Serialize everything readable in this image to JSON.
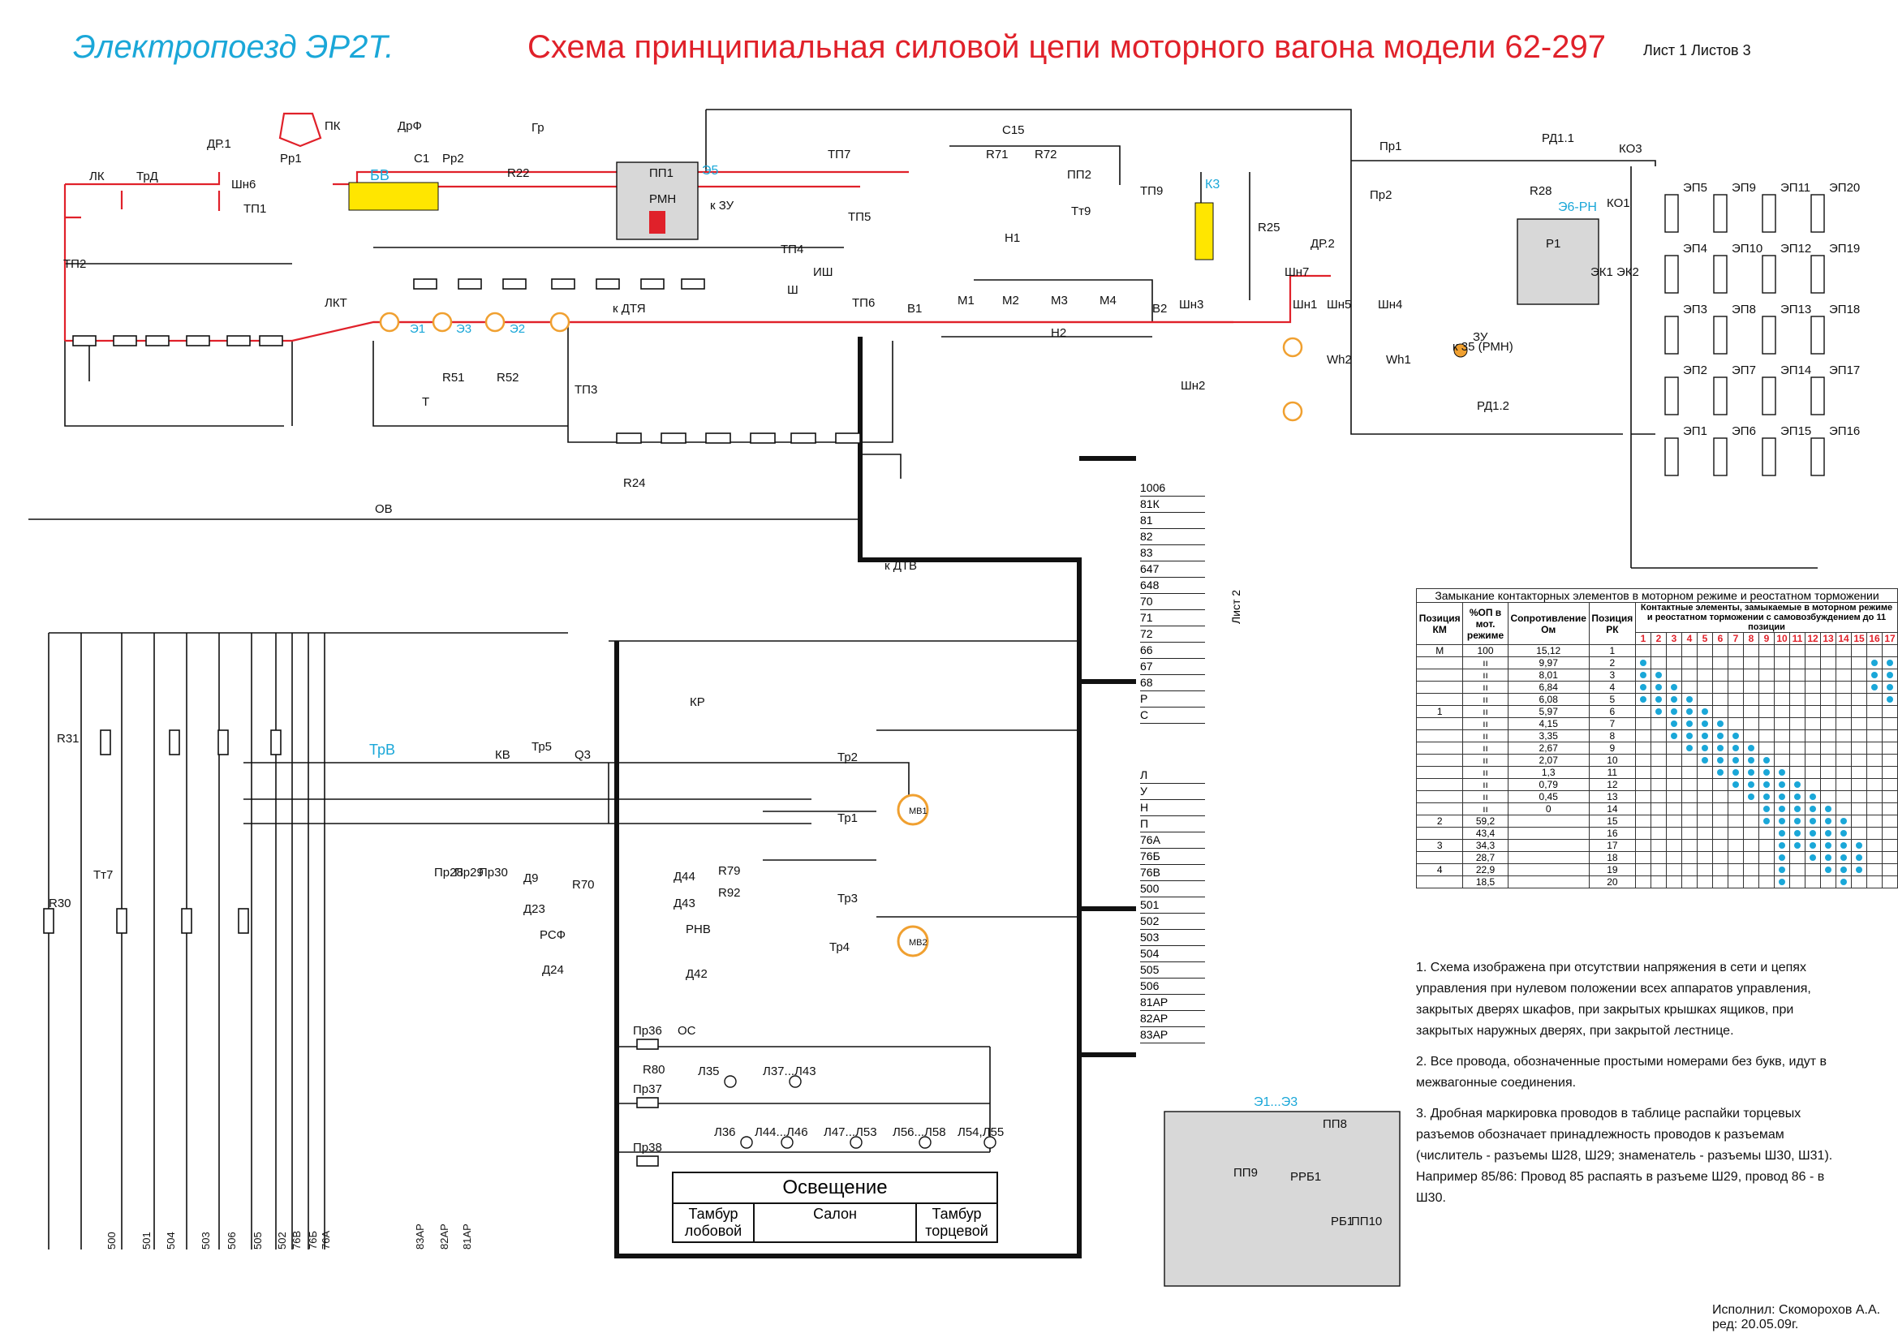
{
  "header": {
    "left": "Электропоезд ЭР2Т.",
    "title": "Схема принципиальная силовой цепи моторного вагона модели 62-297",
    "sheet": "Лист 1   Листов 3"
  },
  "colors": {
    "accent_blue": "#1aa7d8",
    "power_red": "#e0212a",
    "highlight_yellow": "#ffe600",
    "line_black": "#111111",
    "gray_panel": "#d8d8d8"
  },
  "labels": {
    "pk": "ПК",
    "drf": "ДрФ",
    "bv": "БВ",
    "gr": "Гр",
    "rr1": "Рр1",
    "rr2": "Рр2",
    "c1": "С1",
    "r22": "R22",
    "lk": "ЛК",
    "trd": "ТрД",
    "dr1": "ДР.1",
    "shn6": "Шн6",
    "pp1": "ПП1",
    "rmn": "РМН",
    "e5": "Э5",
    "kzu": "к ЗУ",
    "tp7": "ТП7",
    "c15": "С15",
    "r71": "R71",
    "r72": "R72",
    "pp2": "ПП2",
    "tt9": "Тт9",
    "tp9": "ТП9",
    "k3": "К3",
    "r25": "R25",
    "dr2": "ДР.2",
    "pr1": "Пр1",
    "pr2": "Пр2",
    "rd11": "РД1.1",
    "ko3": "КО3",
    "ko1": "КО1",
    "r28": "R28",
    "e6rn": "Э6-РН",
    "p1": "Р1",
    "ek1": "ЭК1",
    "ek2": "ЭК2",
    "zu": "ЗУ",
    "k35": "к 35 (РМН)",
    "rd12": "РД1.2",
    "tp1": "ТП1",
    "tp2": "ТП2",
    "tp3": "ТП3",
    "tp4": "ТП4",
    "tp5": "ТП5",
    "tp6": "ТП6",
    "lkt": "ЛКТ",
    "ish": "ИШ",
    "sh": "Ш",
    "kdtya": "к ДТЯ",
    "kdtv": "к ДТВ",
    "ov": "ОВ",
    "t": "Т",
    "h1": "Н1",
    "h2": "Н2",
    "v1": "В1",
    "v2": "В2",
    "m1": "М1",
    "m2": "М2",
    "m3": "М3",
    "m4": "М4",
    "e1": "Э1",
    "e2": "Э2",
    "e3": "Э3",
    "r51": "R51",
    "r52": "R52",
    "r24": "R24",
    "wh1": "Wh1",
    "wh2": "Wh2",
    "shn1": "Шн1",
    "shn2": "Шн2",
    "shn3": "Шн3",
    "shn4": "Шн4",
    "shn5": "Шн5",
    "shn7": "Шн7",
    "trv": "ТрВ",
    "kv": "КВ",
    "tr5": "Тр5",
    "q3": "Q3",
    "rsf": "РСФ",
    "d24": "Д24",
    "d23": "Д23",
    "d9": "Д9",
    "r70": "R70",
    "rnv": "РНВ",
    "d42": "Д42",
    "d43": "Д43",
    "d44": "Д44",
    "r79": "R79",
    "r92": "R92",
    "kr": "КР",
    "mv1": "МВ1",
    "mv2": "МВ2",
    "tr1": "Тр1",
    "tr2": "Тр2",
    "tr3": "Тр3",
    "tr4": "Тр4",
    "os": "ОС",
    "r80": "R80",
    "r31": "R31",
    "r30": "R30",
    "tt7": "Тт7",
    "e1e3": "Э1...Э3",
    "pp8": "ПП8",
    "pp9": "ПП9",
    "pp10": "ПП10",
    "rrb1": "РРБ1",
    "rb1": "РБ1",
    "list2": "Лист 2",
    "pr28": "Пр28",
    "pr29": "Пр29",
    "pr30": "Пр30"
  },
  "wire_list_a": [
    "1006",
    "81К",
    "81",
    "82",
    "83",
    "647",
    "648",
    "70",
    "71",
    "72",
    "66",
    "67",
    "68",
    "Р",
    "С"
  ],
  "wire_list_b": [
    "Л",
    "У",
    "Н",
    "П",
    "76А",
    "76Б",
    "76В",
    "500",
    "501",
    "502",
    "503",
    "504",
    "505",
    "506",
    "81АР",
    "82АР",
    "83АР"
  ],
  "bottom_wires": [
    "500",
    "501",
    "504",
    "503",
    "506",
    "505",
    "502",
    "76В",
    "76Б",
    "76А",
    "83АР",
    "82АР",
    "81АР"
  ],
  "ep_grid": [
    [
      "ЭП5",
      "ЭП9",
      "ЭП11",
      "ЭП20"
    ],
    [
      "ЭП4",
      "ЭП10",
      "ЭП12",
      "ЭП19"
    ],
    [
      "ЭП3",
      "ЭП8",
      "ЭП13",
      "ЭП18"
    ],
    [
      "ЭП2",
      "ЭП7",
      "ЭП14",
      "ЭП17"
    ],
    [
      "ЭП1",
      "ЭП6",
      "ЭП15",
      "ЭП16"
    ]
  ],
  "lighting": {
    "title": "Освещение",
    "cols": [
      "Тамбур лобовой",
      "Салон",
      "Тамбур торцевой"
    ],
    "lamps": [
      "Л35",
      "Л37...Л43",
      "Л36",
      "Л44...Л46",
      "Л47...Л53",
      "Л56...Л58",
      "Л54,Л55"
    ],
    "fuses": [
      "Пр36",
      "Пр37",
      "Пр38"
    ]
  },
  "table": {
    "caption": "Замыкание контакторных элементов в моторном режиме и реостатном торможении",
    "head_pos_km": "Позиция КМ",
    "head_op": "%ОП в мот. режиме",
    "head_res": "Сопротивление Ом",
    "head_pos_rk": "Позиция РК",
    "head_elements": "Контактные элементы, замыкаемые в моторном режиме и реостатном торможении с самовозбуждением до 11 позиции",
    "element_cols": [
      "1",
      "2",
      "3",
      "4",
      "5",
      "6",
      "7",
      "8",
      "9",
      "10",
      "11",
      "12",
      "13",
      "14",
      "15",
      "16",
      "17"
    ],
    "rows": [
      {
        "km": "М",
        "op": "100",
        "res": "15,12",
        "rk": "1",
        "dots": []
      },
      {
        "km": "",
        "op": "ıı",
        "res": "9,97",
        "rk": "2",
        "dots": [
          1,
          16,
          17
        ]
      },
      {
        "km": "",
        "op": "ıı",
        "res": "8,01",
        "rk": "3",
        "dots": [
          1,
          2,
          16,
          17
        ]
      },
      {
        "km": "",
        "op": "ıı",
        "res": "6,84",
        "k": "",
        "rk": "4",
        "dots": [
          1,
          2,
          3,
          16,
          17
        ]
      },
      {
        "km": "",
        "op": "ıı",
        "res": "6,08",
        "rk": "5",
        "dots": [
          1,
          2,
          3,
          4,
          17
        ]
      },
      {
        "km": "1",
        "op": "ıı",
        "res": "5,97",
        "rk": "6",
        "dots": [
          2,
          3,
          4,
          5
        ]
      },
      {
        "km": "",
        "op": "ıı",
        "res": "4,15",
        "rk": "7",
        "dots": [
          3,
          4,
          5,
          6
        ]
      },
      {
        "km": "",
        "op": "ıı",
        "res": "3,35",
        "rk": "8",
        "dots": [
          3,
          4,
          5,
          6,
          7
        ]
      },
      {
        "km": "",
        "op": "ıı",
        "res": "2,67",
        "rk": "9",
        "dots": [
          4,
          5,
          6,
          7,
          8
        ]
      },
      {
        "km": "",
        "op": "ıı",
        "res": "2,07",
        "rk": "10",
        "dots": [
          5,
          6,
          7,
          8,
          9
        ]
      },
      {
        "km": "",
        "op": "ıı",
        "res": "1,3",
        "rk": "11",
        "dots": [
          6,
          7,
          8,
          9,
          10
        ]
      },
      {
        "km": "",
        "op": "ıı",
        "res": "0,79",
        "rk": "12",
        "dots": [
          7,
          8,
          9,
          10,
          11
        ]
      },
      {
        "km": "",
        "op": "ıı",
        "res": "0,45",
        "rk": "13",
        "dots": [
          8,
          9,
          10,
          11,
          12
        ]
      },
      {
        "km": "",
        "op": "ıı",
        "res": "0",
        "rk": "14",
        "dots": [
          9,
          10,
          11,
          12,
          13
        ]
      },
      {
        "km": "2",
        "op": "59,2",
        "res": "",
        "rk": "15",
        "dots": [
          9,
          10,
          11,
          12,
          13,
          14
        ]
      },
      {
        "km": "",
        "op": "43,4",
        "res": "",
        "rk": "16",
        "dots": [
          10,
          11,
          12,
          13,
          14
        ]
      },
      {
        "km": "3",
        "op": "34,3",
        "res": "",
        "rk": "17",
        "dots": [
          10,
          11,
          12,
          13,
          14,
          15
        ]
      },
      {
        "km": "",
        "op": "28,7",
        "res": "",
        "rk": "18",
        "dots": [
          10,
          12,
          13,
          14,
          15
        ]
      },
      {
        "km": "4",
        "op": "22,9",
        "res": "",
        "rk": "19",
        "dots": [
          10,
          13,
          14,
          15
        ]
      },
      {
        "km": "",
        "op": "18,5",
        "res": "",
        "rk": "20",
        "dots": [
          10,
          14
        ]
      }
    ]
  },
  "notes": [
    "1. Схема изображена при отсутствии напряжения в сети и цепях управления при нулевом положении всех аппаратов управления, закрытых дверях шкафов, при закрытых крышках ящиков, при закрытых наружных дверях, при закрытой лестнице.",
    "2. Все провода, обозначенные простыми номерами без букв, идут в межвагонные соединения.",
    "3. Дробная маркировка проводов в таблице распайки торцевых разъемов обозначает принадлежность проводов к разъемам (числитель - разъемы Ш28, Ш29;            знаменатель - разъемы Ш30, Ш31). Например 85/86: Провод 85 распаять в разъеме Ш29, провод 86 - в Ш30."
  ],
  "author": {
    "line1": "Исполнил: Скоморохов А.А.",
    "line2": "ред: 20.05.09г."
  }
}
